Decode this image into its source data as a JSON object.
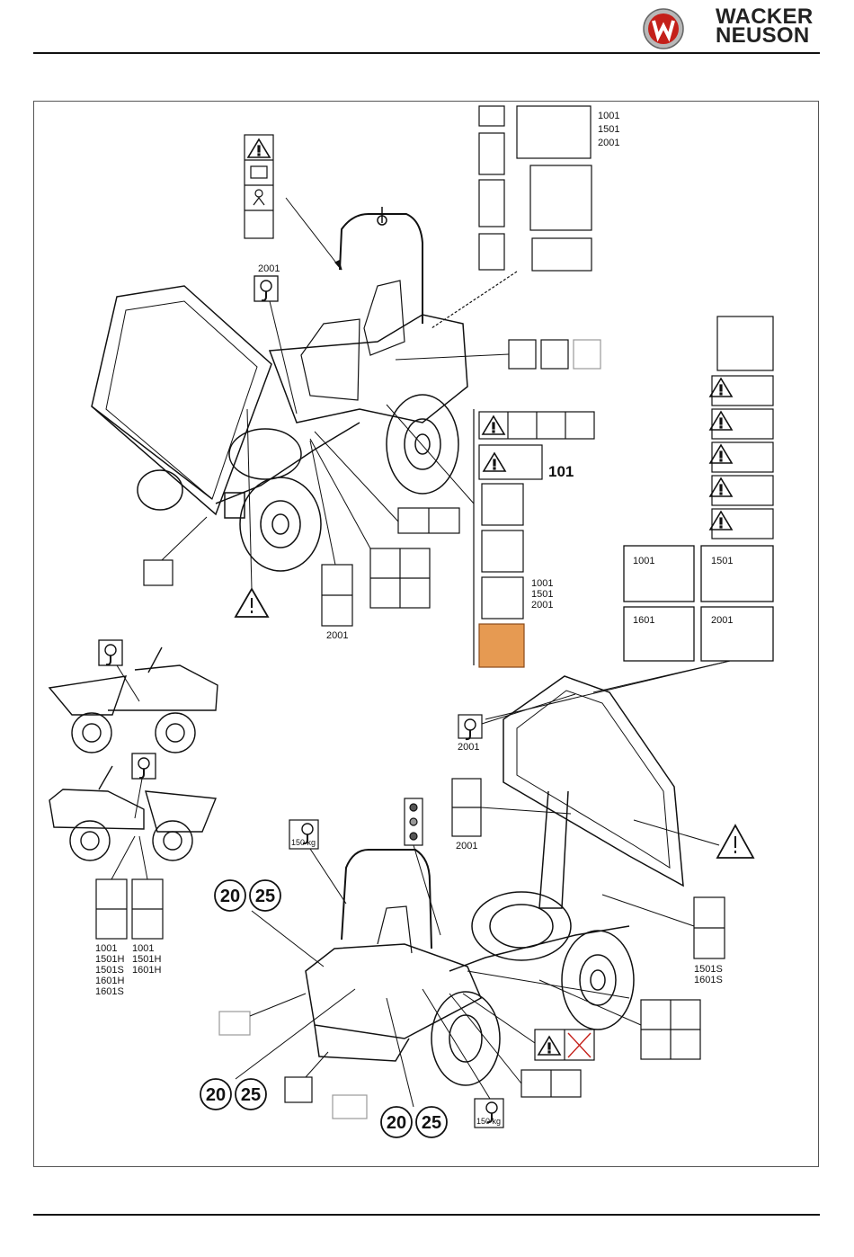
{
  "brand": {
    "line1": "WACKER",
    "line2": "NEUSON",
    "accent": "#c4201a"
  },
  "labels": {
    "a2001": "2001",
    "b2001": "2001",
    "c2001": "2001",
    "d2001": "2001",
    "top_models": [
      "1001",
      "1501",
      "2001"
    ],
    "mid_models": [
      "1001",
      "1501",
      "2001"
    ],
    "left_models_a": [
      "1001",
      "1501H",
      "1501S",
      "1601H",
      "1601S"
    ],
    "left_models_b": [
      "1001",
      "1501H",
      "1601H"
    ],
    "right_models": [
      "1501S",
      "1601S"
    ],
    "plate_1001": "1001",
    "plate_1501": "1501",
    "plate_1601": "1601",
    "plate_2001": "2001",
    "db_value": "101",
    "kg_a": "150 kg",
    "kg_b": "150 kg",
    "speed_20": "20",
    "speed_25": "25"
  }
}
